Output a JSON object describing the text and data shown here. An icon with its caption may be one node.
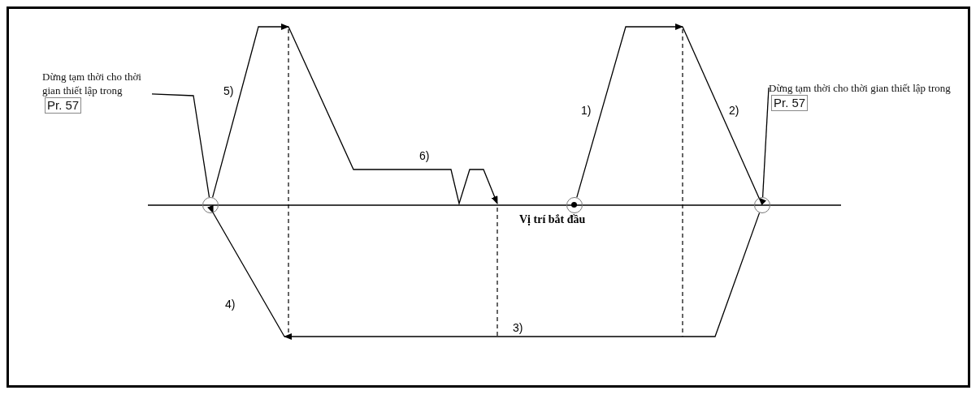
{
  "diagram": {
    "nodes": [
      {
        "text": [
          "Dừng tạm thời cho thời gian thiết lập trong",
          "Pr. 57"
        ]
      },
      {
        "text": [
          "Dừng tạm thời cho thời gian thiết lập trong",
          "Pr. 57"
        ]
      },
      {
        "text": [],
        "shape": "circle"
      },
      {
        "text": [],
        "shape": "circle",
        "beside": [
          "Vị trí bắt đầu"
        ]
      },
      {
        "text": [],
        "shape": "circle"
      }
    ],
    "edges": [
      {
        "from": 0,
        "to": 2,
        "arrow": "none"
      },
      {
        "from": 1,
        "to": 4,
        "arrow": "none"
      },
      {
        "from": 3,
        "to": null,
        "arrow": "to",
        "label": "1)"
      },
      {
        "from": null,
        "to": 4,
        "arrow": "to",
        "label": "2)"
      },
      {
        "from": 4,
        "to": null,
        "arrow": "to",
        "label": "3)"
      },
      {
        "from": null,
        "to": 2,
        "arrow": "to",
        "label": "4)"
      },
      {
        "from": 2,
        "to": null,
        "arrow": "to",
        "label": "5)"
      }
    ],
    "labels": [
      "6)"
    ]
  }
}
